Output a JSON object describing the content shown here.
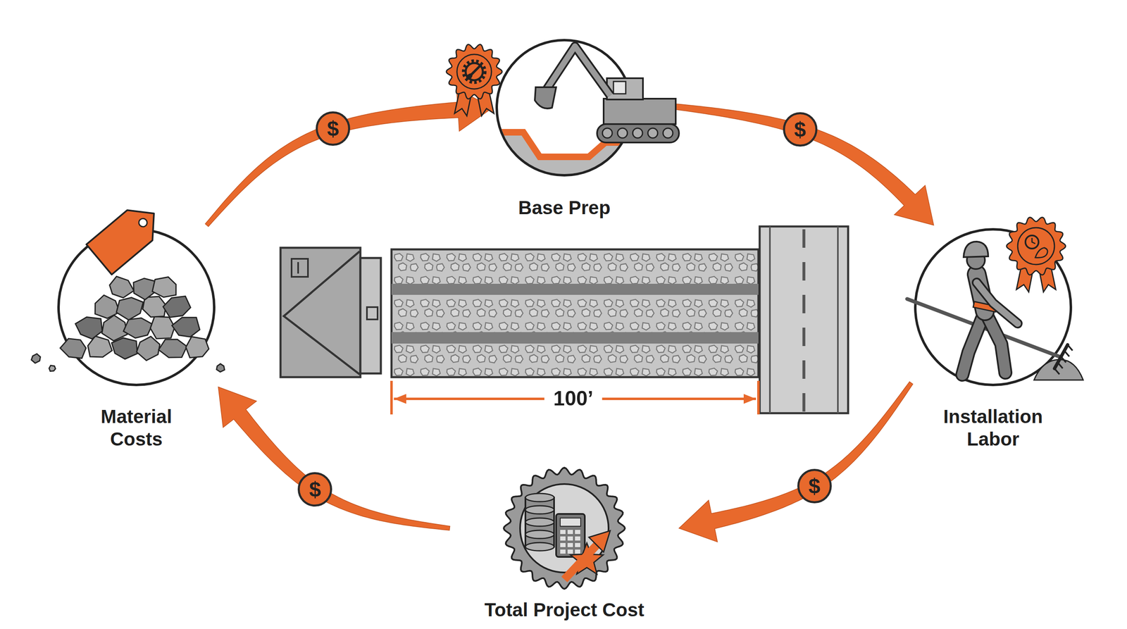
{
  "diagram": {
    "nodes": [
      {
        "text": [
          "Base Prep"
        ]
      },
      {
        "text": [
          "Material Costs"
        ]
      },
      {
        "text": [
          "Installation Labor"
        ]
      },
      {
        "text": [
          "Total Project Cost"
        ]
      }
    ],
    "edges": [
      {
        "from": 1,
        "to": 0,
        "arrow": "to",
        "label": "$"
      },
      {
        "from": 0,
        "to": 2,
        "arrow": "to",
        "label": "$"
      },
      {
        "from": 2,
        "to": 3,
        "arrow": "to",
        "label": "$"
      },
      {
        "from": 3,
        "to": 1,
        "arrow": "to",
        "label": "$"
      }
    ],
    "labels": [
      "100’"
    ]
  }
}
